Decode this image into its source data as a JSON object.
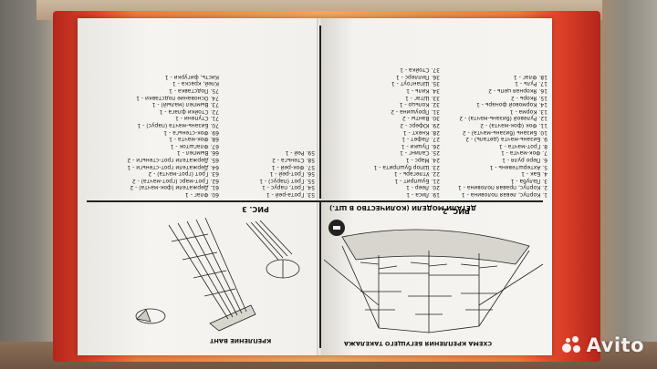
{
  "instruction_sheet": {
    "left_page": {
      "figure_label": "РИС. 3",
      "caption": "КРЕПЛЕНИЕ ВАНТ",
      "parts_column_a": [
        "53. Грота-рей - 1",
        "54. Грот, парус - 1",
        "55. Грот (парус) - 1",
        "56. Грот-рей - 1",
        "57. Фок-рей - 1",
        "58. Стеньга - 2",
        "59. Рей - 1"
      ],
      "parts_column_b": [
        "60. Флаг - 1",
        "61. Держатели (фок-мачта) - 2",
        "62. Грот-марс (грот-мачта) - 2",
        "63. Грот (грот-мачта) - 2",
        "64. Держатели грот-стеньги - 1",
        "65. Держатели грот-стеньги - 2",
        "66. Вымпел - 1",
        "67. Флагшток - 1",
        "68. Фок-мачта - 1",
        "69. Фок-стеньга - 1",
        "70. Бизань-мачта (парус) - 1",
        "71. Ступени - 1",
        "72. Стойки флага - 1",
        "73. Вымпел (малый) - 1",
        "74. Основание подставки - 1",
        "75. Подставка - 1",
        "Клей, краска - 1",
        "Кисть, фигурки - 1"
      ]
    },
    "right_page": {
      "figure_label": "РИС. 2",
      "header": "ДЕТАЛИ МОДЕЛИ (КОЛИЧЕСТВО В ШТ.)",
      "caption": "СХЕМА КРЕПЛЕНИЯ БЕГУЩЕГО ТАКЕЛАЖА",
      "parts_column_a": [
        "1. Корпус, левая половина - 1",
        "2. Корпус, правая половина - 1",
        "3. Палуба - 1",
        "4. Бак - 1",
        "5. Ахтерштевень - 1",
        "6. Перо руля - 1",
        "7. Фок-мачта - 1",
        "8. Грот-мачта - 1",
        "9. Бизань-мачта (деталь) - 2",
        "10. Бизань (бизань-мачта) - 2",
        "11. Фок (фок-мачта) - 2",
        "12. Рулевой (бизань-мачта) - 2",
        "13. Корма - 1",
        "14. Кормовой фонарь - 1",
        "15. Якорь - 2",
        "16. Якорная цепь - 2",
        "17. Руль - 1",
        "18. Флаг - 1"
      ],
      "parts_column_b": [
        "19. Лиса - 1",
        "20. Леер - 1",
        "21. Бушприт - 1",
        "22. Утлегарь - 1",
        "23. Шпор бушприта - 1",
        "24. Марс - 1",
        "25. Салинг - 1",
        "26. Пушки - 1",
        "27. Лафет - 1",
        "28. Кнехт - 1",
        "29. Юферс - 2",
        "30. Ванты - 2",
        "31. Проушина - 2",
        "32. Кольцо - 1",
        "33. Штаг - 1",
        "34. Киль - 1",
        "35. Шпангоут - 1",
        "36. Пиллерс - 1",
        "37. Стойка - 1"
      ]
    }
  },
  "watermark": {
    "text": "Avito"
  },
  "colors": {
    "sheet_border": "#e2432a",
    "paper": "#f4f2ee",
    "ink": "#1c1c1c"
  }
}
